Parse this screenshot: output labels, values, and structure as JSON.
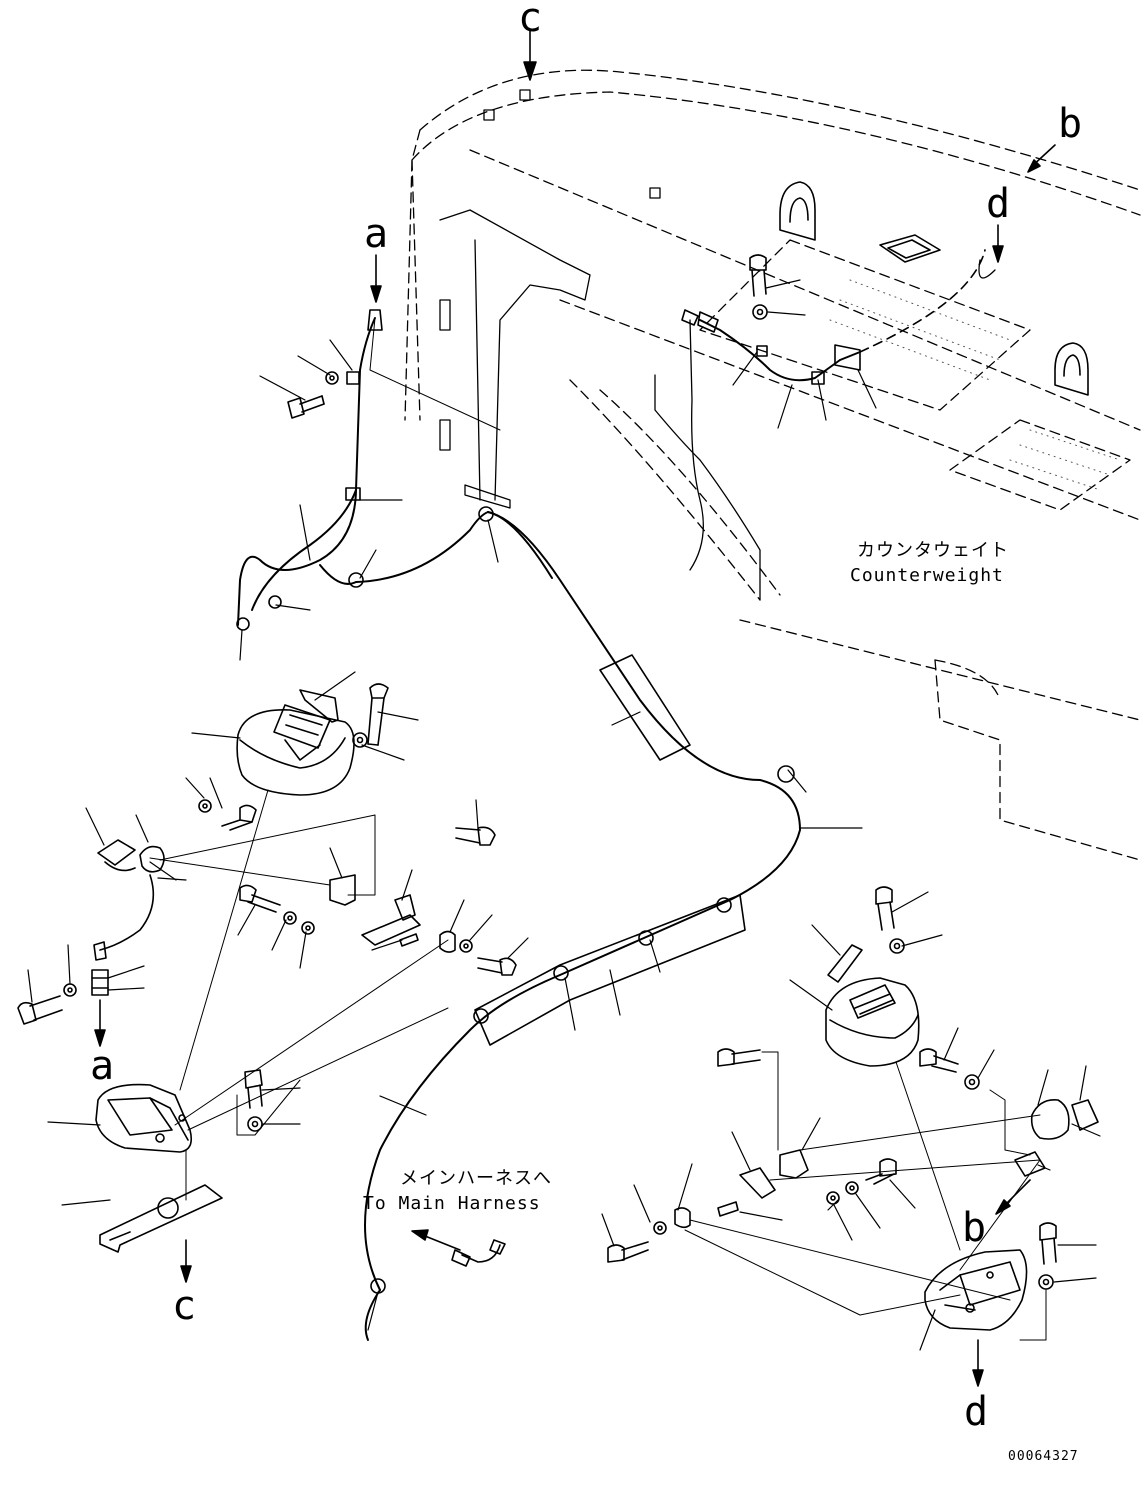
{
  "labels": {
    "c_top": "c",
    "b_top": "b",
    "d_top": "d",
    "a_top": "a",
    "a_bottom": "a",
    "c_bottom": "c",
    "b_bottom": "b",
    "d_bottom": "d"
  },
  "counterweight": {
    "jp": "カウンタウェイト",
    "en": "Counterweight"
  },
  "main_harness": {
    "jp": "メインハーネスへ",
    "en": "To Main Harness"
  },
  "drawing_number": "00064327"
}
